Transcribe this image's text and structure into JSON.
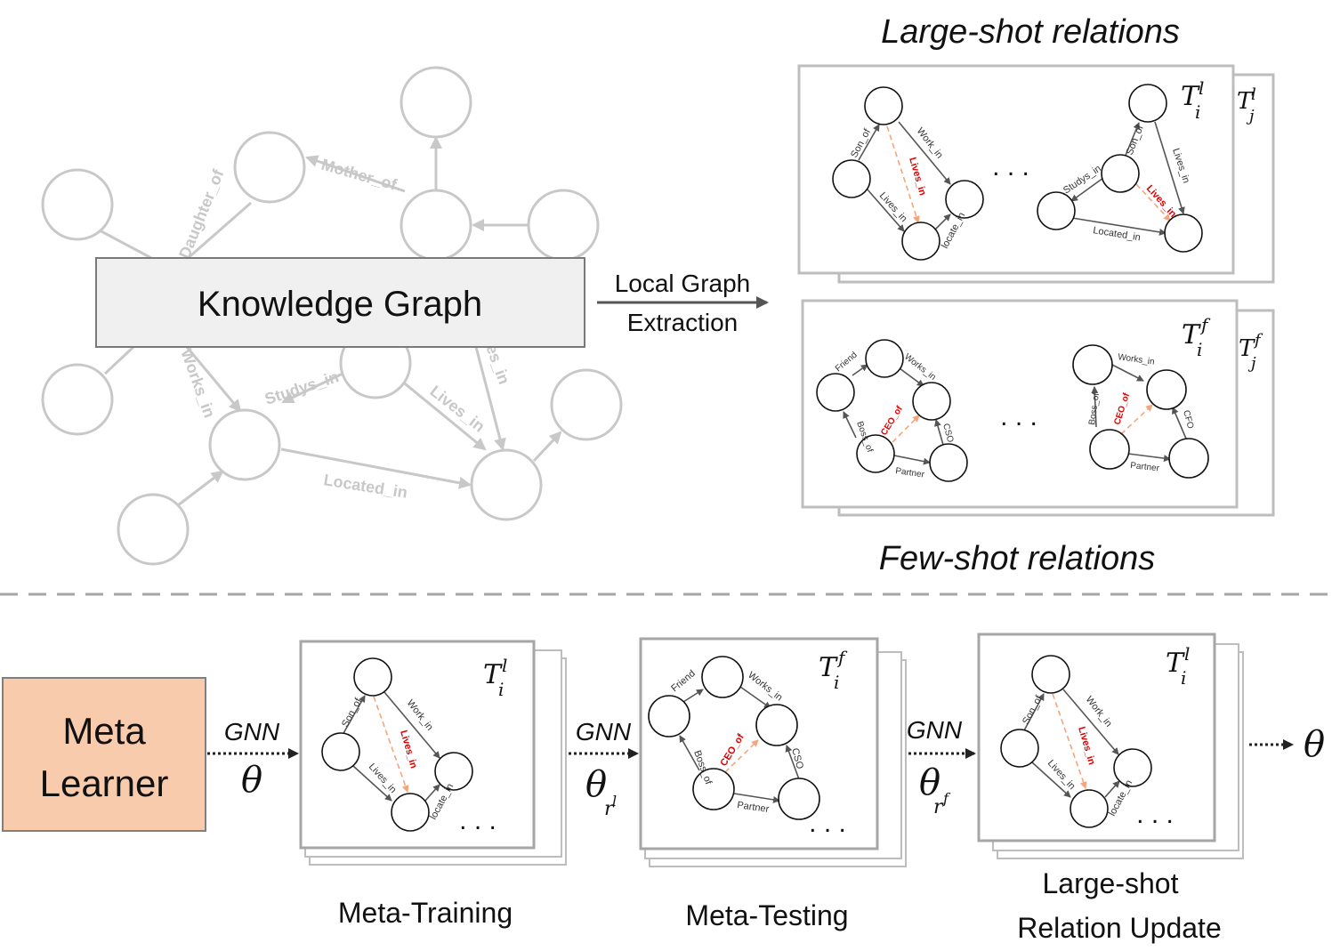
{
  "headings": {
    "large_shot": "Large-shot relations",
    "few_shot": "Few-shot relations"
  },
  "knowledge_graph": {
    "label": "Knowledge Graph",
    "edges": {
      "mother_of": "Mother_of",
      "daughter_of": "Daughter_of",
      "works_in": "Works_in",
      "studys_in": "Studys_in",
      "lives_in": "Lives_in",
      "lives_in_partial": "es_in",
      "located_in": "Located_in"
    }
  },
  "extraction_arrow": {
    "line1": "Local Graph",
    "line2": "Extraction"
  },
  "large_shot_panel": {
    "front_T": "T",
    "front_sub": "i",
    "front_sup": "l",
    "back_T": "T",
    "back_sub": "j",
    "back_sup": "l",
    "ellipsis": ". . .",
    "left_graph": {
      "son_of": "Son_of",
      "work_in": "Work_in",
      "lives_in_red": "Lives_in",
      "lives_in": "Lives_in",
      "locate_in": "locate_in"
    },
    "right_graph": {
      "son_of": "Son_of",
      "lives_in": "Lives_in",
      "studys_in": "Studys_in",
      "lives_in_red": "Lives_in",
      "located_in": "Located_in"
    }
  },
  "few_shot_panel": {
    "front_T": "T",
    "front_sub": "i",
    "front_sup": "f",
    "back_T": "T",
    "back_sub": "j",
    "back_sup": "f",
    "ellipsis": ". . .",
    "left_graph": {
      "friend": "Friend",
      "works_in": "Works_in",
      "boss_of": "Boss_of",
      "ceo_of_red": "CEO_of",
      "cso": "CSO",
      "partner": "Partner"
    },
    "right_graph": {
      "works_in": "Works_in",
      "boss_of": "Boss_of",
      "ceo_of_red": "CEO_of",
      "cfo": "CFO",
      "partner": "Partner"
    }
  },
  "meta_learner": {
    "line1": "Meta",
    "line2": "Learner"
  },
  "steps": [
    {
      "gnn": "GNN",
      "param": "θ"
    },
    {
      "gnn": "GNN",
      "param": "θ",
      "sub": "r",
      "sup": "l"
    },
    {
      "gnn": "GNN",
      "param": "θ",
      "sub": "r",
      "sup": "f"
    },
    {
      "param": "θ"
    }
  ],
  "meta_training": {
    "label": "Meta-Training",
    "T": "T",
    "sub": "i",
    "sup": "l",
    "ellipsis": ". . .",
    "son_of": "Son_of",
    "work_in": "Work_in",
    "lives_in_red": "Lives_in",
    "lives_in": "Lives_in",
    "locate_in": "locate_in"
  },
  "meta_testing": {
    "label": "Meta-Testing",
    "T": "T",
    "sub": "i",
    "sup": "f",
    "ellipsis": ". . .",
    "friend": "Friend",
    "works_in": "Works_in",
    "boss_of": "Boss_of",
    "ceo_of_red": "CEO_of",
    "cso": "CSO",
    "partner": "Partner"
  },
  "update": {
    "label1": "Large-shot",
    "label2": "Relation Update",
    "T": "T",
    "sub": "i",
    "sup": "l",
    "ellipsis": ". . .",
    "son_of": "Son_of",
    "work_in": "Work_in",
    "lives_in_red": "Lives_in",
    "lives_in": "Lives_in",
    "locate_in": "locate_in"
  },
  "colors": {
    "node_stroke": "#111111",
    "faded": "#c8c8c8",
    "red_label": "#e00000",
    "dashed_orange": "#f4a57a",
    "meta_learner_fill": "#f8cbad",
    "kg_box_fill": "#f0f0f0"
  }
}
